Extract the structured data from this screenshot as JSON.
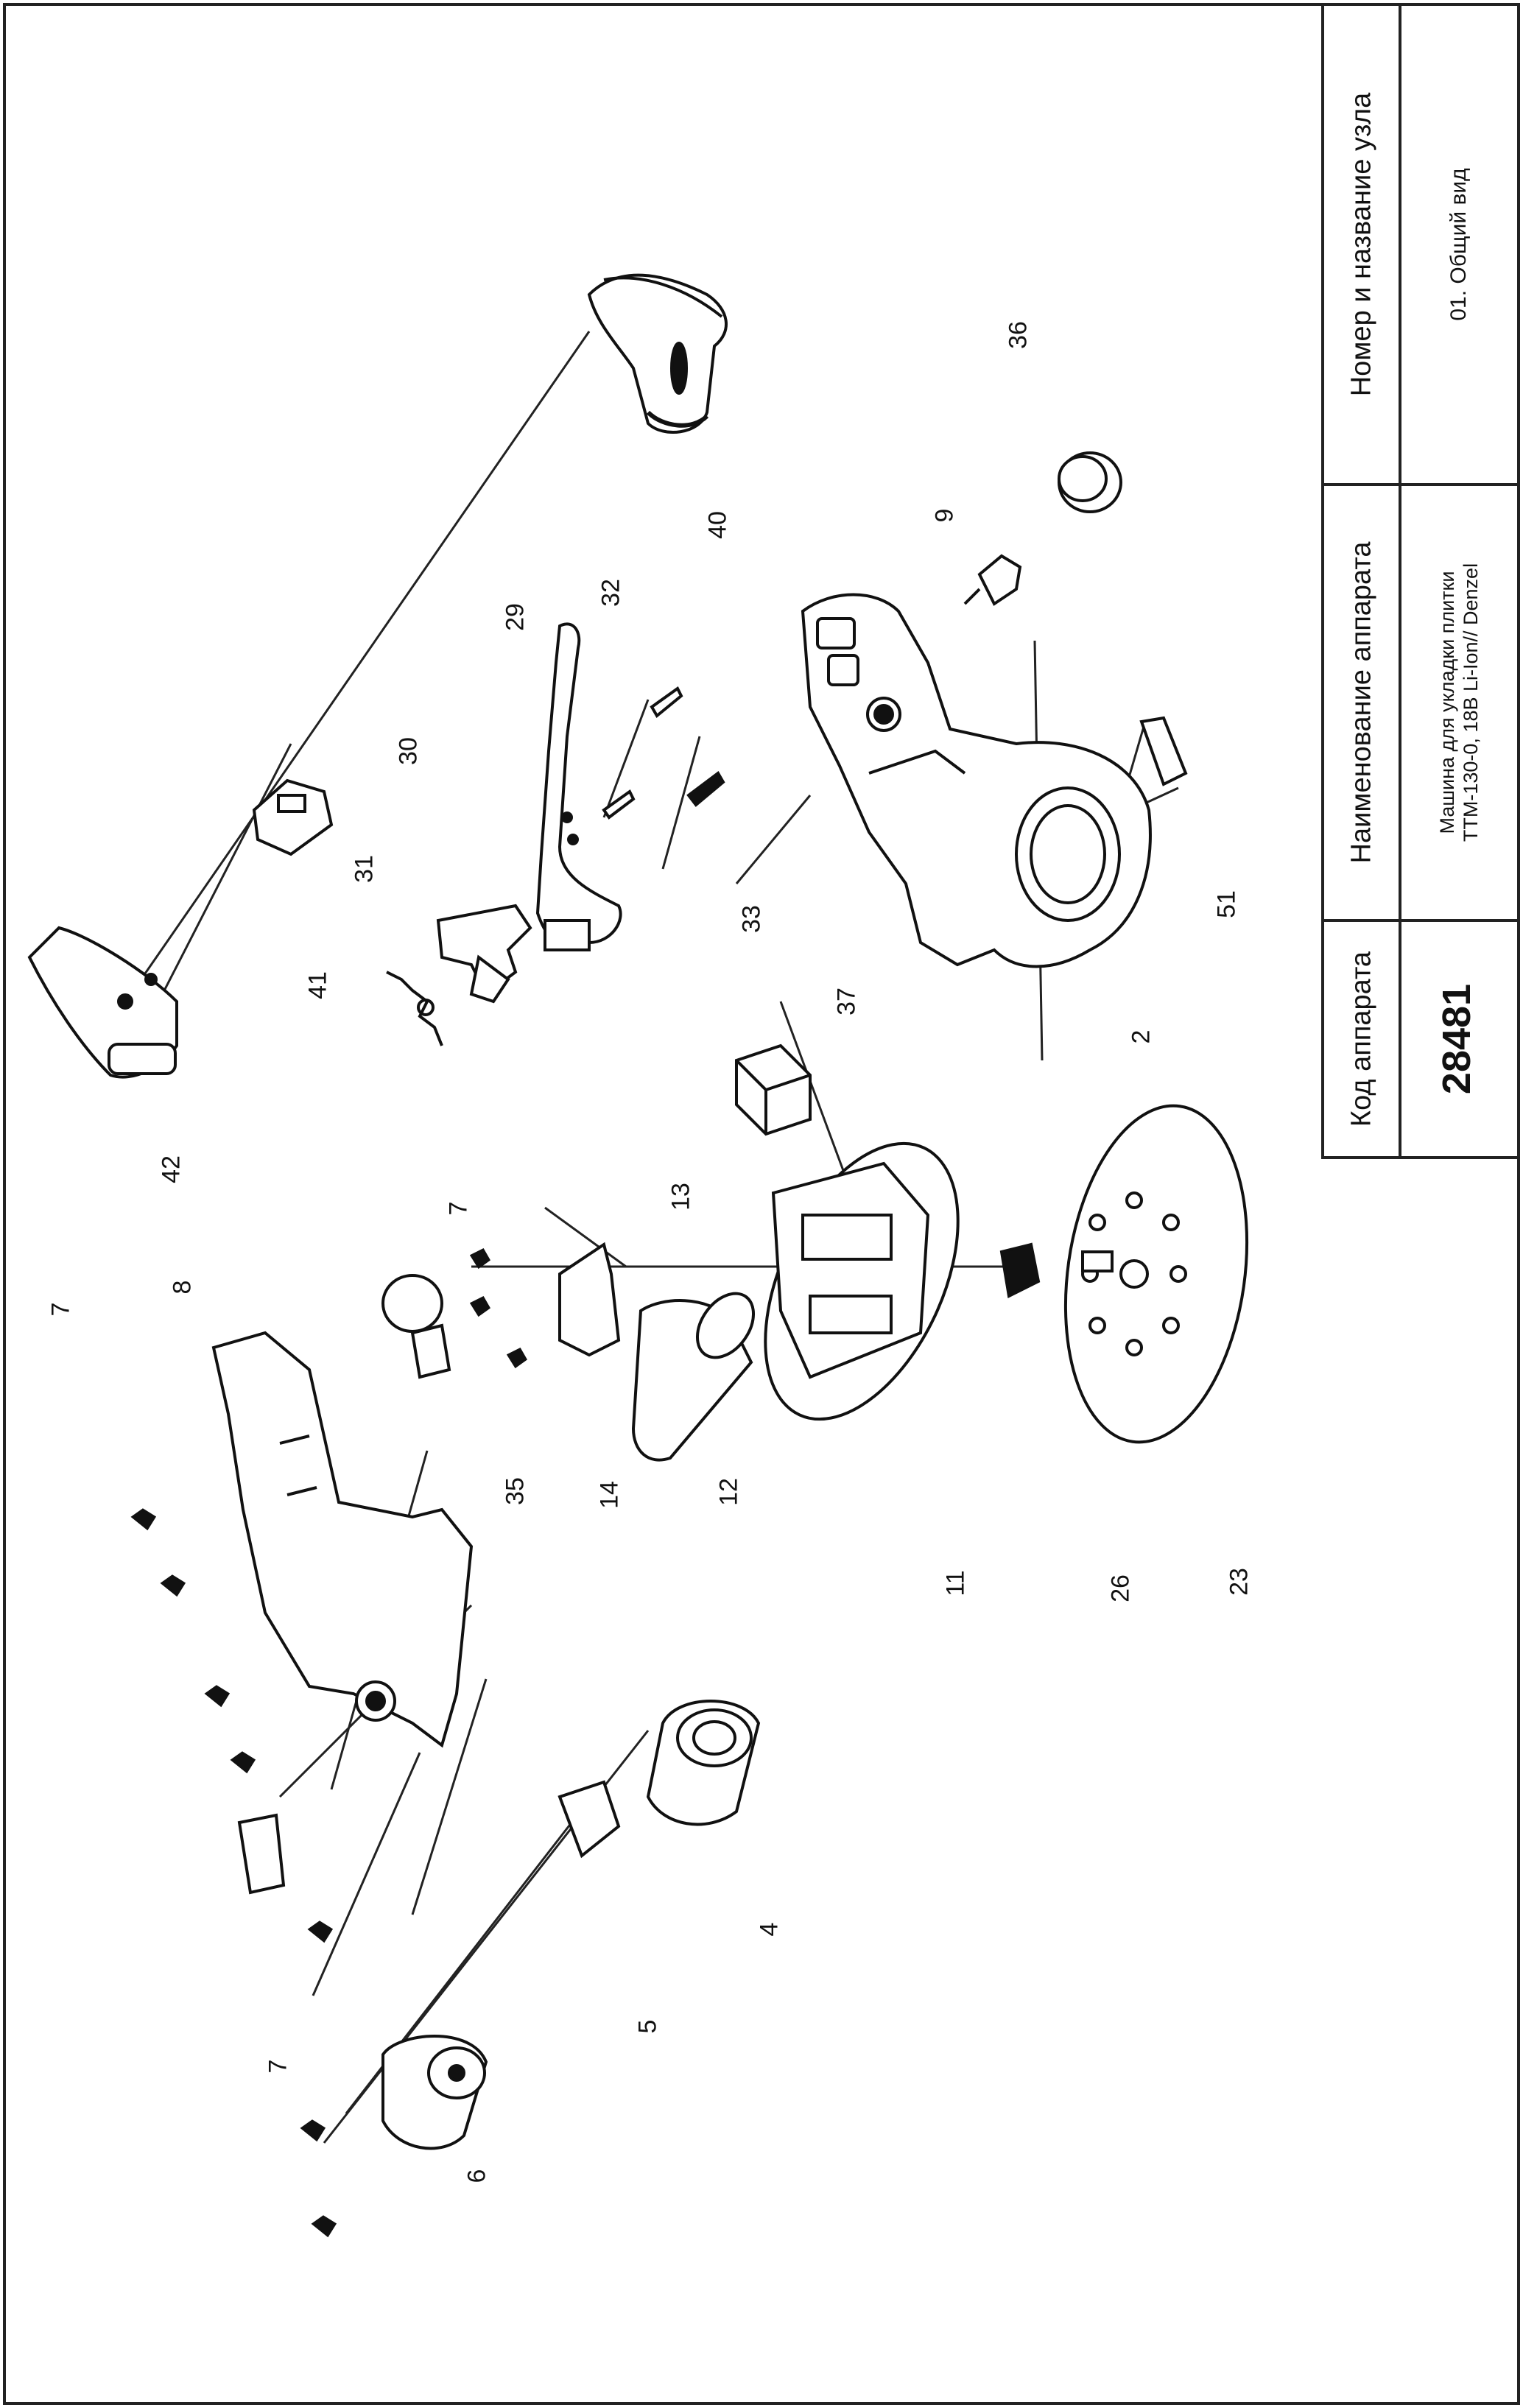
{
  "title_block": {
    "code_header": "Код аппарата",
    "code_value": "28481",
    "device_header": "Наименование аппарата",
    "device_line1": "Машина для укладки плитки",
    "device_line2": "TTM-130-0, 18В Li-Ion// Denzel",
    "node_header": "Номер и название узла",
    "node_value": "01. Общий вид"
  },
  "callouts": [
    "2",
    "4",
    "5",
    "6",
    "7",
    "7",
    "7",
    "8",
    "9",
    "11",
    "12",
    "13",
    "14",
    "23",
    "26",
    "29",
    "30",
    "31",
    "32",
    "33",
    "35",
    "36",
    "37",
    "40",
    "41",
    "42",
    "51"
  ]
}
